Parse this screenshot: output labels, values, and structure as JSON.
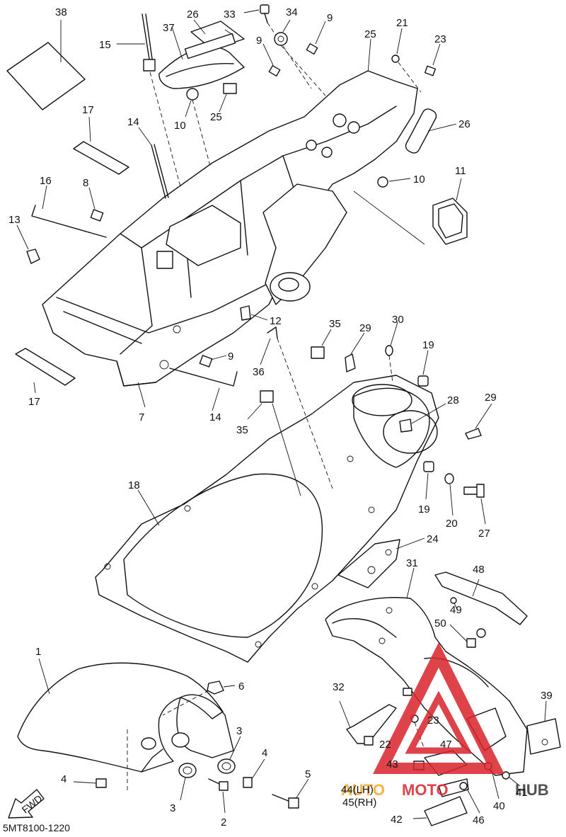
{
  "diagram": {
    "code": "5MT8100-1220",
    "fwd_label": "FWD",
    "watermark": {
      "text_auto": "AUTO",
      "text_moto": "MOTO",
      "text_hub": "HUB",
      "color_red": "#d9232a",
      "color_orange": "#f5a623",
      "color_dark": "#333333"
    },
    "callouts": {
      "c1": "1",
      "c2": "2",
      "c3a": "3",
      "c3b": "3",
      "c4a": "4",
      "c4b": "4",
      "c5": "5",
      "c6": "6",
      "c7": "7",
      "c8": "8",
      "c9a": "9",
      "c9b": "9",
      "c9c": "9",
      "c10a": "10",
      "c10b": "10",
      "c11": "11",
      "c12": "12",
      "c13": "13",
      "c14a": "14",
      "c14b": "14",
      "c15": "15",
      "c16": "16",
      "c17a": "17",
      "c17b": "17",
      "c18": "18",
      "c19a": "19",
      "c19b": "19",
      "c20": "20",
      "c21": "21",
      "c22": "22",
      "c23a": "23",
      "c23b": "23",
      "c24": "24",
      "c25a": "25",
      "c25b": "25",
      "c26a": "26",
      "c26b": "26",
      "c27": "27",
      "c28": "28",
      "c29a": "29",
      "c29b": "29",
      "c30": "30",
      "c31": "31",
      "c32": "32",
      "c33": "33",
      "c34": "34",
      "c35a": "35",
      "c35b": "35",
      "c36": "36",
      "c37": "37",
      "c38": "38",
      "c39": "39",
      "c40": "40",
      "c41": "41",
      "c42": "42",
      "c43": "43",
      "c44": "44(LH)",
      "c45": "45(RH)",
      "c46": "46",
      "c47": "47",
      "c48": "48",
      "c49": "49",
      "c50": "50"
    }
  }
}
